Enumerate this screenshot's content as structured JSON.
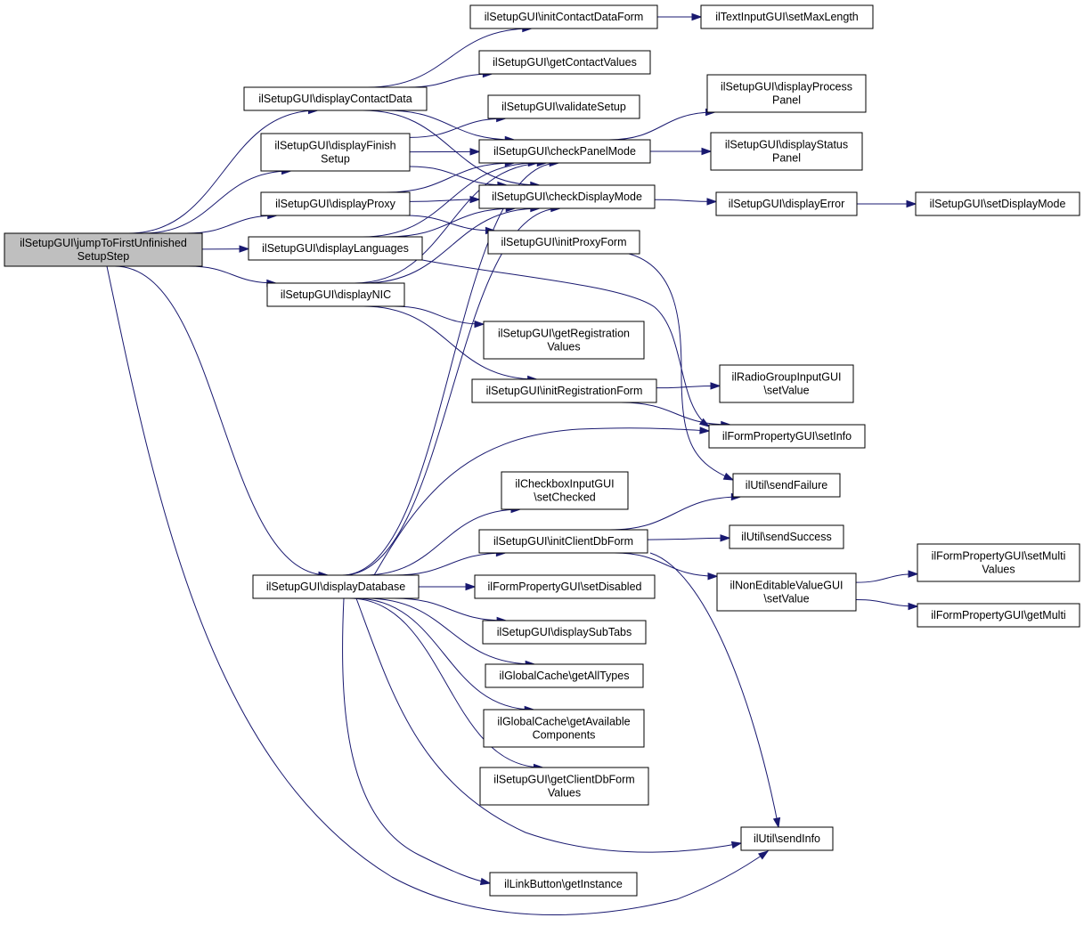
{
  "diagram": {
    "edge_color": "#191970",
    "root_fill": "#bfbfbf",
    "nodes": [
      {
        "id": "jump",
        "lines": [
          "ilSetupGUI\\jumpToFirstUnfinished",
          "SetupStep"
        ],
        "highlight": true
      },
      {
        "id": "displayContactData",
        "lines": [
          "ilSetupGUI\\displayContactData"
        ]
      },
      {
        "id": "displayFinishSetup",
        "lines": [
          "ilSetupGUI\\displayFinish",
          "Setup"
        ]
      },
      {
        "id": "displayProxy",
        "lines": [
          "ilSetupGUI\\displayProxy"
        ]
      },
      {
        "id": "displayLanguages",
        "lines": [
          "ilSetupGUI\\displayLanguages"
        ]
      },
      {
        "id": "displayNIC",
        "lines": [
          "ilSetupGUI\\displayNIC"
        ]
      },
      {
        "id": "displayDatabase",
        "lines": [
          "ilSetupGUI\\displayDatabase"
        ]
      },
      {
        "id": "initContactDataForm",
        "lines": [
          "ilSetupGUI\\initContactDataForm"
        ]
      },
      {
        "id": "getContactValues",
        "lines": [
          "ilSetupGUI\\getContactValues"
        ]
      },
      {
        "id": "validateSetup",
        "lines": [
          "ilSetupGUI\\validateSetup"
        ]
      },
      {
        "id": "checkPanelMode",
        "lines": [
          "ilSetupGUI\\checkPanelMode"
        ]
      },
      {
        "id": "checkDisplayMode",
        "lines": [
          "ilSetupGUI\\checkDisplayMode"
        ]
      },
      {
        "id": "initProxyForm",
        "lines": [
          "ilSetupGUI\\initProxyForm"
        ]
      },
      {
        "id": "getRegistrationValues",
        "lines": [
          "ilSetupGUI\\getRegistration",
          "Values"
        ]
      },
      {
        "id": "initRegistrationForm",
        "lines": [
          "ilSetupGUI\\initRegistrationForm"
        ]
      },
      {
        "id": "setChecked",
        "lines": [
          "ilCheckboxInputGUI",
          "\\setChecked"
        ]
      },
      {
        "id": "initClientDbForm",
        "lines": [
          "ilSetupGUI\\initClientDbForm"
        ]
      },
      {
        "id": "setDisabled",
        "lines": [
          "ilFormPropertyGUI\\setDisabled"
        ]
      },
      {
        "id": "displaySubTabs",
        "lines": [
          "ilSetupGUI\\displaySubTabs"
        ]
      },
      {
        "id": "getAllTypes",
        "lines": [
          "ilGlobalCache\\getAllTypes"
        ]
      },
      {
        "id": "getAvailableComponents",
        "lines": [
          "ilGlobalCache\\getAvailable",
          "Components"
        ]
      },
      {
        "id": "getClientDbFormValues",
        "lines": [
          "ilSetupGUI\\getClientDbForm",
          "Values"
        ]
      },
      {
        "id": "getInstance",
        "lines": [
          "ilLinkButton\\getInstance"
        ]
      },
      {
        "id": "setMaxLength",
        "lines": [
          "ilTextInputGUI\\setMaxLength"
        ]
      },
      {
        "id": "displayProcessPanel",
        "lines": [
          "ilSetupGUI\\displayProcess",
          "Panel"
        ]
      },
      {
        "id": "displayStatusPanel",
        "lines": [
          "ilSetupGUI\\displayStatus",
          "Panel"
        ]
      },
      {
        "id": "displayError",
        "lines": [
          "ilSetupGUI\\displayError"
        ]
      },
      {
        "id": "radioSetValue",
        "lines": [
          "ilRadioGroupInputGUI",
          "\\setValue"
        ]
      },
      {
        "id": "setInfo",
        "lines": [
          "ilFormPropertyGUI\\setInfo"
        ]
      },
      {
        "id": "sendFailure",
        "lines": [
          "ilUtil\\sendFailure"
        ]
      },
      {
        "id": "sendSuccess",
        "lines": [
          "ilUtil\\sendSuccess"
        ]
      },
      {
        "id": "nonEditSetValue",
        "lines": [
          "ilNonEditableValueGUI",
          "\\setValue"
        ]
      },
      {
        "id": "sendInfo",
        "lines": [
          "ilUtil\\sendInfo"
        ]
      },
      {
        "id": "setDisplayMode",
        "lines": [
          "ilSetupGUI\\setDisplayMode"
        ]
      },
      {
        "id": "setMultiValues",
        "lines": [
          "ilFormPropertyGUI\\setMulti",
          "Values"
        ]
      },
      {
        "id": "getMulti",
        "lines": [
          "ilFormPropertyGUI\\getMulti"
        ]
      }
    ],
    "edges": [
      [
        "jump",
        "displayContactData"
      ],
      [
        "jump",
        "displayFinishSetup"
      ],
      [
        "jump",
        "displayProxy"
      ],
      [
        "jump",
        "displayLanguages"
      ],
      [
        "jump",
        "displayNIC"
      ],
      [
        "jump",
        "displayDatabase"
      ],
      [
        "jump",
        "sendInfo"
      ],
      [
        "displayContactData",
        "initContactDataForm"
      ],
      [
        "displayContactData",
        "getContactValues"
      ],
      [
        "displayContactData",
        "checkPanelMode"
      ],
      [
        "displayContactData",
        "checkDisplayMode"
      ],
      [
        "displayFinishSetup",
        "validateSetup"
      ],
      [
        "displayFinishSetup",
        "checkPanelMode"
      ],
      [
        "displayFinishSetup",
        "checkDisplayMode"
      ],
      [
        "displayProxy",
        "checkPanelMode"
      ],
      [
        "displayProxy",
        "checkDisplayMode"
      ],
      [
        "displayProxy",
        "initProxyForm"
      ],
      [
        "displayLanguages",
        "checkPanelMode"
      ],
      [
        "displayLanguages",
        "checkDisplayMode"
      ],
      [
        "displayLanguages",
        "setInfo"
      ],
      [
        "displayNIC",
        "checkPanelMode"
      ],
      [
        "displayNIC",
        "checkDisplayMode"
      ],
      [
        "displayNIC",
        "getRegistrationValues"
      ],
      [
        "displayNIC",
        "initRegistrationForm"
      ],
      [
        "displayDatabase",
        "checkPanelMode"
      ],
      [
        "displayDatabase",
        "checkDisplayMode"
      ],
      [
        "displayDatabase",
        "setInfo"
      ],
      [
        "displayDatabase",
        "setChecked"
      ],
      [
        "displayDatabase",
        "initClientDbForm"
      ],
      [
        "displayDatabase",
        "setDisabled"
      ],
      [
        "displayDatabase",
        "displaySubTabs"
      ],
      [
        "displayDatabase",
        "getAllTypes"
      ],
      [
        "displayDatabase",
        "getAvailableComponents"
      ],
      [
        "displayDatabase",
        "getClientDbFormValues"
      ],
      [
        "displayDatabase",
        "sendInfo"
      ],
      [
        "displayDatabase",
        "getInstance"
      ],
      [
        "initContactDataForm",
        "setMaxLength"
      ],
      [
        "checkPanelMode",
        "displayProcessPanel"
      ],
      [
        "checkPanelMode",
        "displayStatusPanel"
      ],
      [
        "checkDisplayMode",
        "displayError"
      ],
      [
        "displayError",
        "setDisplayMode"
      ],
      [
        "initProxyForm",
        "sendFailure"
      ],
      [
        "initRegistrationForm",
        "radioSetValue"
      ],
      [
        "initRegistrationForm",
        "setInfo"
      ],
      [
        "initClientDbForm",
        "sendFailure"
      ],
      [
        "initClientDbForm",
        "sendSuccess"
      ],
      [
        "initClientDbForm",
        "nonEditSetValue"
      ],
      [
        "initClientDbForm",
        "sendInfo"
      ],
      [
        "nonEditSetValue",
        "setMultiValues"
      ],
      [
        "nonEditSetValue",
        "getMulti"
      ]
    ]
  }
}
